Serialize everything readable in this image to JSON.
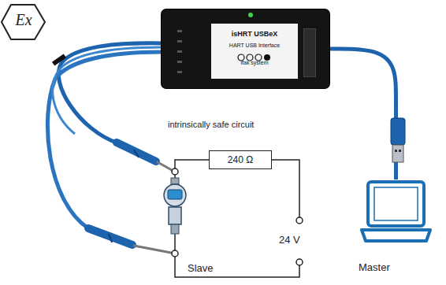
{
  "diagram": {
    "nodes": [
      {
        "text": [
          "isHRT USBeX",
          "HART USB Interface",
          "ifak system"
        ]
      },
      {
        "text": [
          "240 Ω"
        ]
      },
      {
        "text": [
          "Master"
        ]
      }
    ],
    "edges": [
      {
        "from": 0,
        "to": 2,
        "arrow": "none"
      }
    ],
    "labels": [
      "Ex",
      "intrinsically safe circuit",
      "24 V",
      "Slave"
    ]
  }
}
